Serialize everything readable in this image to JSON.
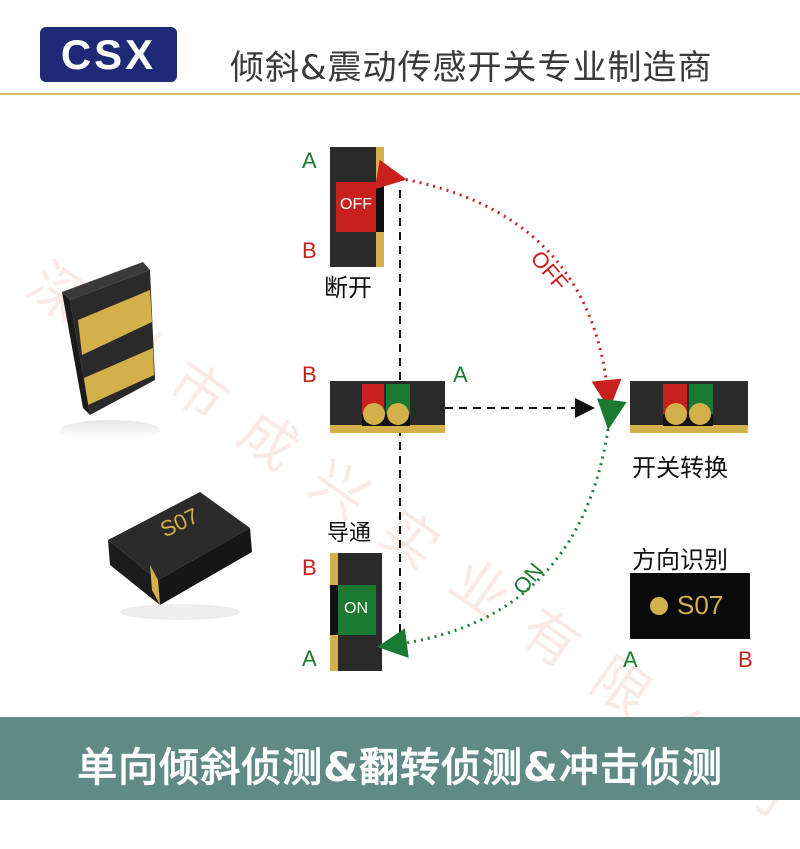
{
  "header": {
    "logo_text": "CSX",
    "tagline": "倾斜&震动传感开关专业制造商"
  },
  "watermark": "深圳市成兴实业有限公司",
  "diagram": {
    "off_state": {
      "pin_top": "A",
      "pin_bottom": "B",
      "chip_label": "OFF",
      "caption": "断开"
    },
    "mid_state": {
      "pin_left": "B",
      "pin_right": "A"
    },
    "on_state": {
      "caption": "导通",
      "pin_top": "B",
      "pin_bottom": "A",
      "chip_label": "ON"
    },
    "off_arc_label": "OFF",
    "on_arc_label": "ON",
    "switch_caption": "开关转换",
    "direction": {
      "caption": "方向识别",
      "marking": "S07",
      "pin_left": "A",
      "pin_right": "B"
    },
    "component_marking": "S07"
  },
  "footer": {
    "text": "单向倾斜侦测&翻转侦测&冲击侦测"
  },
  "colors": {
    "red": "#c8201c",
    "green": "#1b7a32",
    "gold": "#d4b04a",
    "navy": "#1e2a78",
    "teal": "#5f8a86"
  }
}
